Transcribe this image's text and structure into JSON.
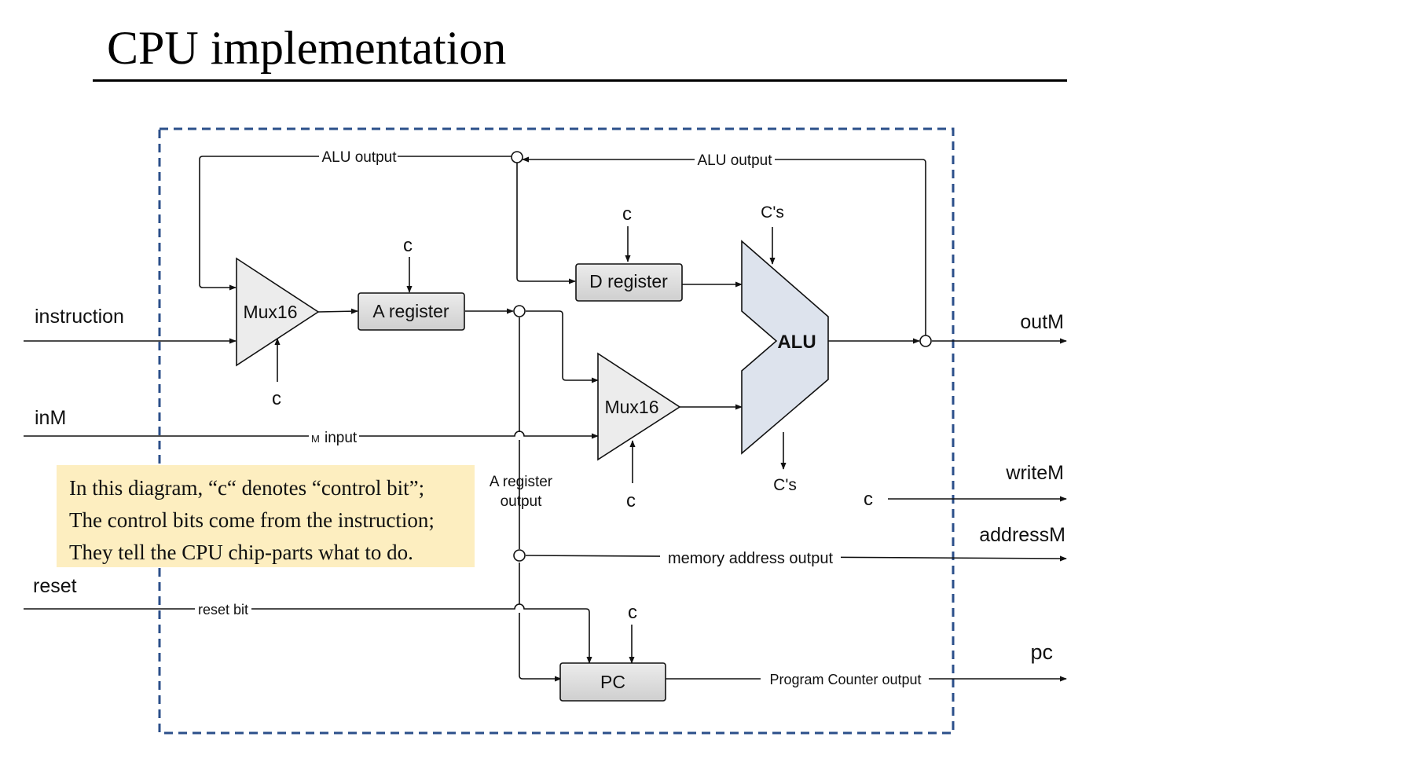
{
  "title": "CPU implementation",
  "inputs": {
    "instruction": "instruction",
    "inM": "inM",
    "reset": "reset"
  },
  "outputs": {
    "outM": "outM",
    "writeM": "writeM",
    "addressM": "addressM",
    "pc": "pc"
  },
  "components": {
    "mux_a": "Mux16",
    "a_register": "A register",
    "d_register": "D register",
    "mux_am": "Mux16",
    "alu": "ALU",
    "pc": "PC"
  },
  "control_bit": "c",
  "alu_control": "C's",
  "wire_labels": {
    "alu_output_left": "ALU output",
    "alu_output_right": "ALU output",
    "m_input_prefix": "M",
    "m_input": "input",
    "a_register_output_line1": "A register",
    "a_register_output_line2": "output",
    "memory_address_output": "memory address output",
    "reset_bit": "reset bit",
    "program_counter_output": "Program Counter output"
  },
  "note": {
    "line1": "In this diagram, “c“ denotes “control bit”;",
    "line2": "The control bits come from the instruction;",
    "line3": "They tell the CPU chip-parts what to do."
  },
  "colors": {
    "chip_boundary": "#2b4f8a",
    "alu_fill": "#dde3ed",
    "register_fill": "#d6d6d6",
    "mux_fill": "#ececec",
    "note_fill": "#fdeec0"
  }
}
